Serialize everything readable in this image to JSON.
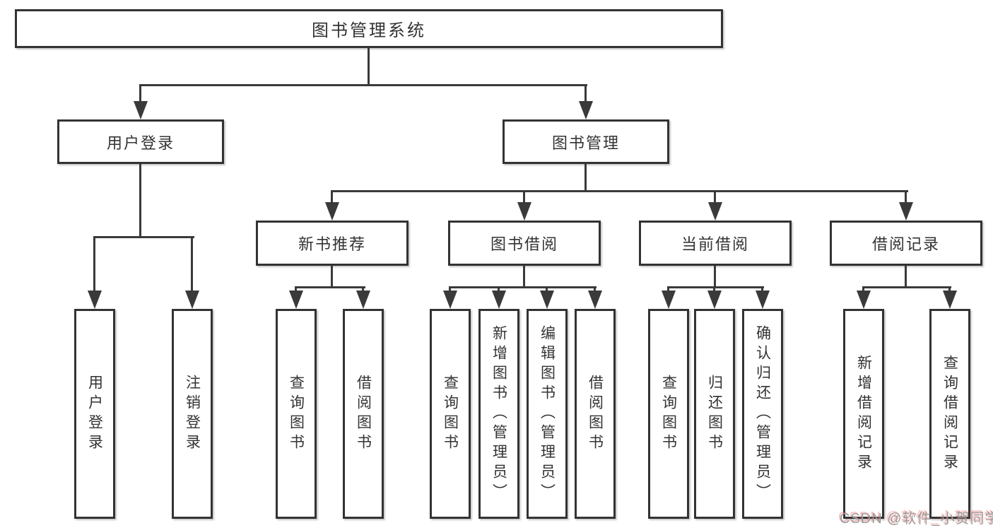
{
  "diagram": {
    "type": "tree-functional-structure",
    "root": {
      "label": "图书管理系统",
      "children": [
        {
          "label": "用户登录",
          "children": [
            {
              "label": "用户登录"
            },
            {
              "label": "注销登录"
            }
          ]
        },
        {
          "label": "图书管理",
          "children": [
            {
              "label": "新书推荐",
              "children": [
                {
                  "label": "查询图书"
                },
                {
                  "label": "借阅图书"
                }
              ]
            },
            {
              "label": "图书借阅",
              "children": [
                {
                  "label": "查询图书"
                },
                {
                  "label": "新增图书（管理员）"
                },
                {
                  "label": "编辑图书（管理员）"
                },
                {
                  "label": "借阅图书"
                }
              ]
            },
            {
              "label": "当前借阅",
              "children": [
                {
                  "label": "查询图书"
                },
                {
                  "label": "归还图书"
                },
                {
                  "label": "确认归还（管理员）"
                }
              ]
            },
            {
              "label": "借阅记录",
              "children": [
                {
                  "label": "新增借阅记录"
                },
                {
                  "label": "查询借阅记录"
                }
              ]
            }
          ]
        }
      ]
    }
  },
  "watermark": {
    "text": "CSDN @软件_小贺同学"
  },
  "colors": {
    "line": "#3a3a3a",
    "border": "#333333",
    "text": "#333333",
    "background": "#ffffff",
    "watermark_text": "#9a9a9a",
    "watermark_accent": "#fc6b6b"
  }
}
